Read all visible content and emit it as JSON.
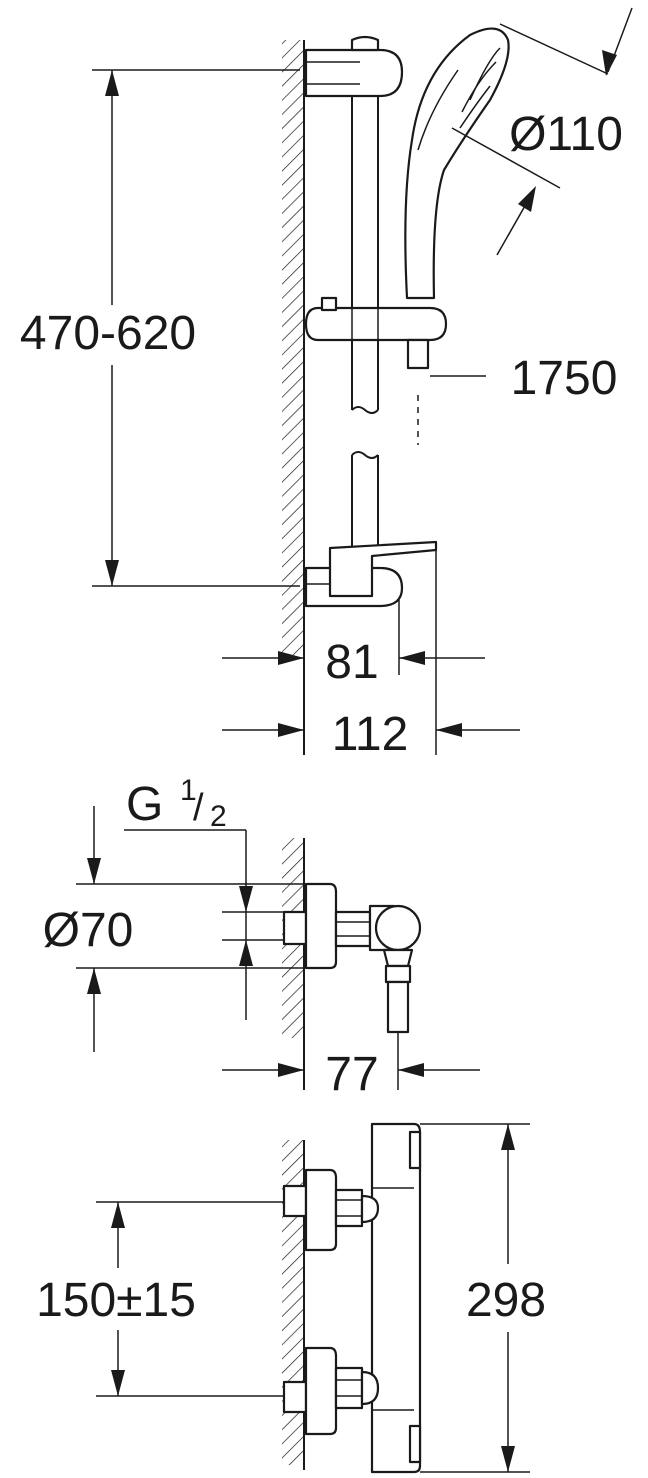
{
  "dimensions": {
    "rail_height": "470-620",
    "handshower_diameter": "Ø110",
    "hose_length": "1750",
    "rail_depth_inner": "81",
    "rail_depth_outer": "112",
    "thread": {
      "base": "G",
      "num": "1",
      "den": "2"
    },
    "rosette_diameter": "Ø70",
    "mixer_projection": "77",
    "inlet_spacing": "150±15",
    "mixer_height": "298"
  }
}
